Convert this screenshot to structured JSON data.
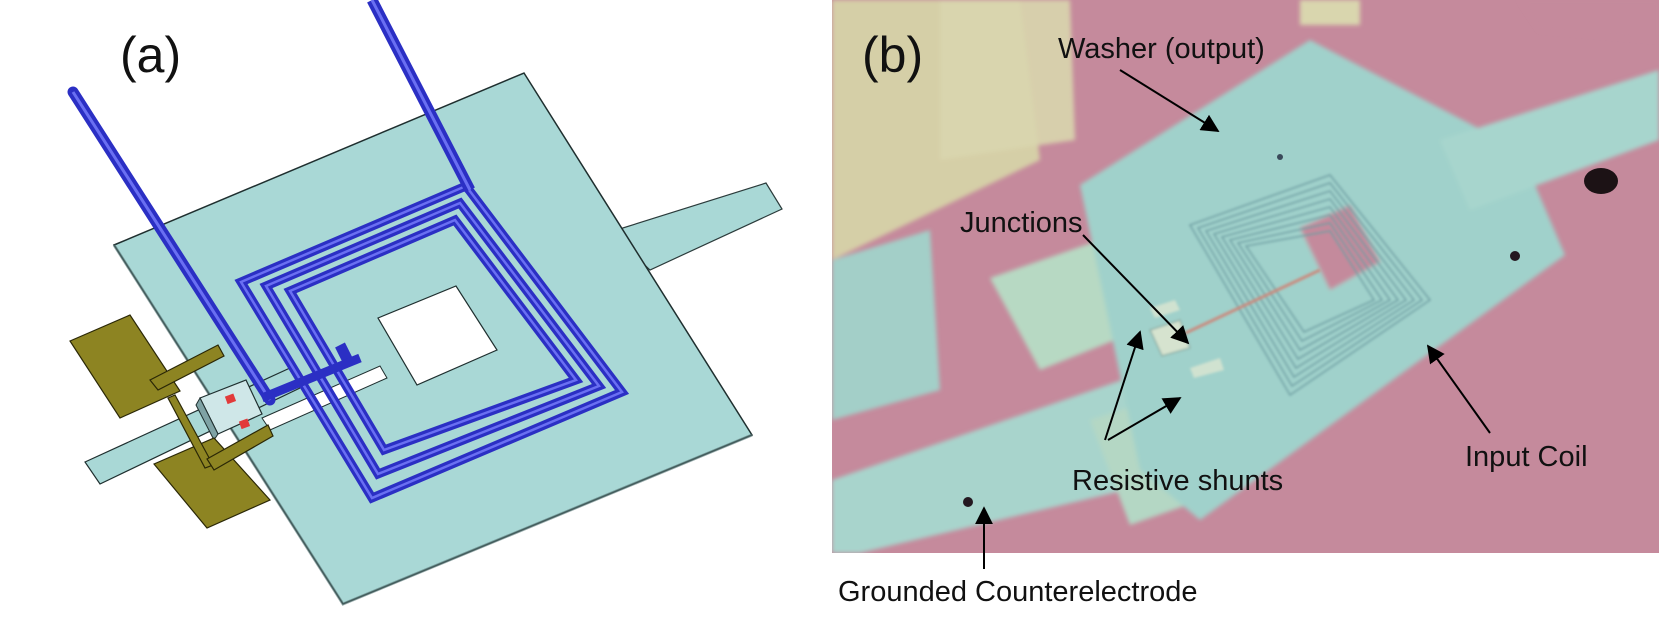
{
  "panel_a": {
    "label": "(a)"
  },
  "panel_b": {
    "label": "(b)",
    "annotations": {
      "washer": "Washer (output)",
      "junctions": "Junctions",
      "shunts": "Resistive shunts",
      "coil": "Input Coil",
      "ground": "Grounded Counterelectrode"
    }
  },
  "colors": {
    "washer": "#a9d8d6",
    "coil": "#3a3fd6",
    "gold_pads": "#8d8422",
    "junction_red": "#e23a3a",
    "photo_pink": "#c58a9c",
    "photo_teal": "#9fd0c9"
  }
}
